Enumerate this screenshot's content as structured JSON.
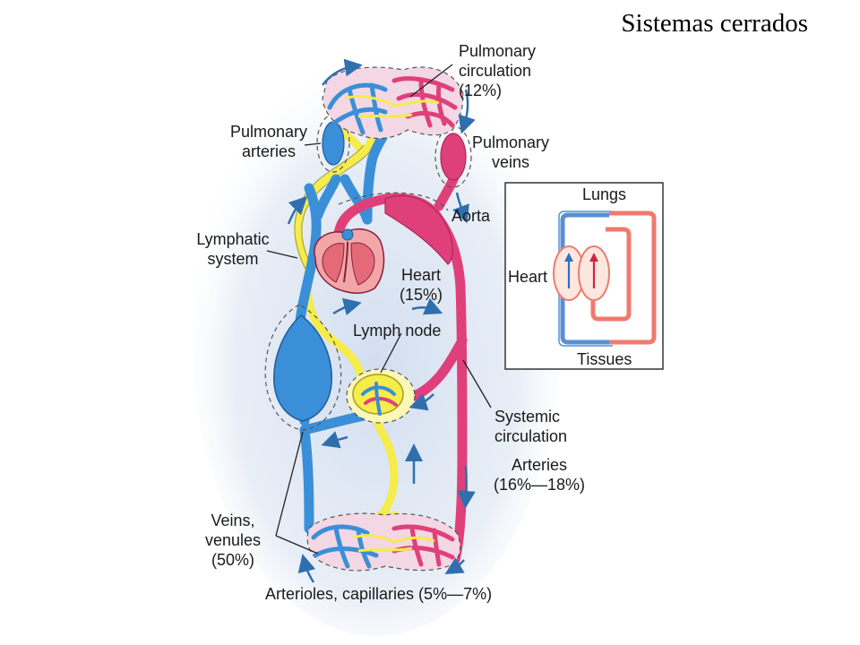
{
  "title": "Sistemas cerrados",
  "labels": {
    "pulmonary_circulation": [
      "Pulmonary",
      "circulation",
      "(12%)"
    ],
    "pulmonary_arteries": [
      "Pulmonary",
      "arteries"
    ],
    "pulmonary_veins": [
      "Pulmonary",
      "veins"
    ],
    "aorta": "Aorta",
    "lymphatic_system": [
      "Lymphatic",
      "system"
    ],
    "heart": [
      "Heart",
      "(15%)"
    ],
    "lymph_node": "Lymph node",
    "systemic_circulation": [
      "Systemic",
      "circulation"
    ],
    "arteries": [
      "Arteries",
      "(16%—18%)"
    ],
    "veins_venules": [
      "Veins,",
      "venules",
      "(50%)"
    ],
    "arterioles_capillaries": "Arterioles, capillaries (5%—7%)"
  },
  "inset": {
    "lungs": "Lungs",
    "heart": "Heart",
    "tissues": "Tissues"
  },
  "colors": {
    "venous_blue": "#3a8fd8",
    "arterial_pink": "#e0407a",
    "lymph_yellow": "#f6ec4a",
    "halo": "#d9e4f2",
    "inset_red": "#ef7a6e",
    "inset_blue": "#5a8fd6"
  }
}
